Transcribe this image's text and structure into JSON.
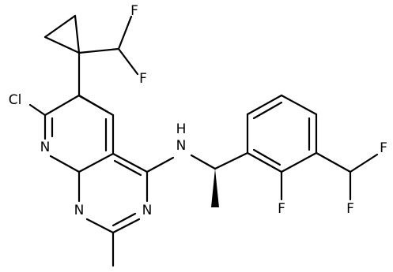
{
  "molecule": {
    "atom_labels": {
      "cl": "Cl",
      "n_pyr": "N",
      "n_pm1": "N",
      "n_pm3": "N",
      "nh": "N",
      "h": "H",
      "f_cp1": "F",
      "f_cp2": "F",
      "f_ar": "F",
      "f_chf1": "F",
      "f_chf2": "F"
    }
  }
}
